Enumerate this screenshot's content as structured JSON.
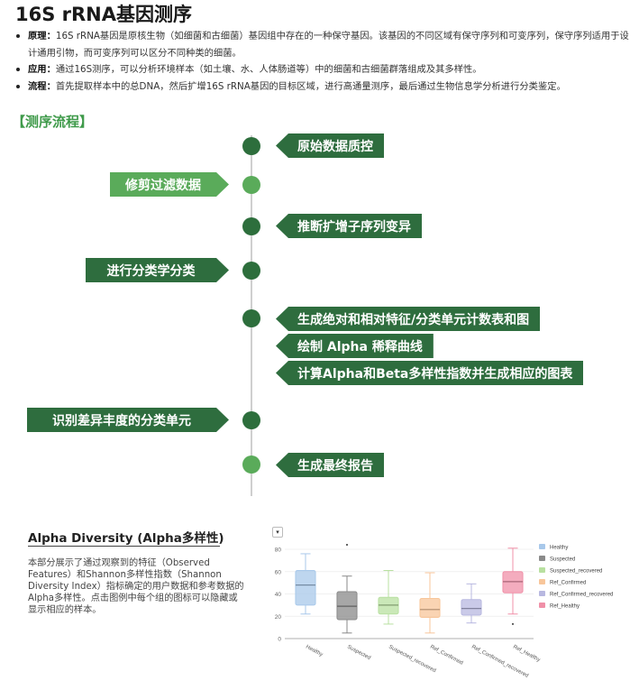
{
  "title": "16S rRNA基因测序",
  "bullets": [
    {
      "label": "原理：",
      "text": "16S rRNA基因是原核生物（如细菌和古细菌）基因组中存在的一种保守基因。该基因的不同区域有保守序列和可变序列，保守序列适用于设计通用引物，而可变序列可以区分不同种类的细菌。"
    },
    {
      "label": "应用：",
      "text": "通过16S测序，可以分析环境样本（如土壤、水、人体肠道等）中的细菌和古细菌群落组成及其多样性。"
    },
    {
      "label": "流程：",
      "text": "首先提取样本中的总DNA，然后扩增16S rRNA基因的目标区域，进行高通量测序，最后通过生物信息学分析进行分类鉴定。"
    }
  ],
  "section_title": "【测序流程】",
  "steps": [
    {
      "label": "原始数据质控",
      "side": "right"
    },
    {
      "label": "修剪过滤数据",
      "side": "left"
    },
    {
      "label": "推断扩增子序列变异",
      "side": "right"
    },
    {
      "label": "进行分类学分类",
      "side": "left"
    },
    {
      "label": "生成绝对和相对特征/分类单元计数表和图",
      "side": "right"
    },
    {
      "label": "绘制  Alpha  稀释曲线",
      "side": "right"
    },
    {
      "label": "计算Alpha和Beta多样性指数并生成相应的图表",
      "side": "right"
    },
    {
      "label": "识别差异丰度的分类单元",
      "side": "left"
    },
    {
      "label": "生成最终报告",
      "side": "right"
    }
  ],
  "alpha": {
    "title": "Alpha Diversity (Alpha多样性)",
    "description": "本部分展示了通过观察到的特征（Observed Features）和Shannon多样性指数（Shannon Diversity Index）指标确定的用户数据和参考数据的Alpha多样性。点击图例中每个组的图标可以隐藏或显示相应的样本。"
  },
  "dropdown_glyph": "▾",
  "colors": {
    "dark_green": "#2e6d3e",
    "light_green": "#5aab5a",
    "section_green": "#3f9a4a"
  },
  "chart_data": {
    "type": "box",
    "categories": [
      "Healthy",
      "Suspected",
      "Suspected_recovered",
      "Ref_Confirmed",
      "Ref_Confirmed_recovered",
      "Ref_Healthy"
    ],
    "ylim": [
      0,
      80
    ],
    "yticks": [
      0,
      20,
      40,
      60,
      80
    ],
    "grid": true,
    "legend_position": "right",
    "series": [
      {
        "name": "Healthy",
        "color": "#a8c8ea",
        "min": 22,
        "q1": 30,
        "median": 48,
        "q3": 61,
        "max": 76,
        "outliers": []
      },
      {
        "name": "Suspected",
        "color": "#8a8a8a",
        "min": 5,
        "q1": 17,
        "median": 29,
        "q3": 42,
        "max": 56,
        "outliers": [
          84
        ]
      },
      {
        "name": "Suspected_recovered",
        "color": "#b8e0a0",
        "min": 13,
        "q1": 22,
        "median": 30,
        "q3": 37,
        "max": 61,
        "outliers": []
      },
      {
        "name": "Ref_Confirmed",
        "color": "#f8c69a",
        "min": 5,
        "q1": 19,
        "median": 26,
        "q3": 36,
        "max": 59,
        "outliers": []
      },
      {
        "name": "Ref_Confirmed_recovered",
        "color": "#b8b8e0",
        "min": 14,
        "q1": 21,
        "median": 27,
        "q3": 35,
        "max": 49,
        "outliers": []
      },
      {
        "name": "Ref_Healthy",
        "color": "#f090a8",
        "min": 22,
        "q1": 41,
        "median": 51,
        "q3": 60,
        "max": 81,
        "outliers": [
          13
        ]
      }
    ]
  }
}
